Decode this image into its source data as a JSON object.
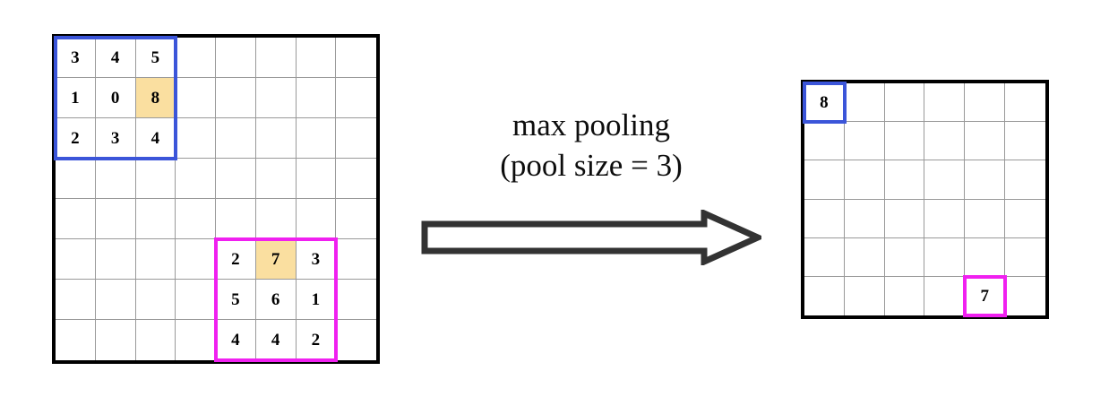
{
  "diagram": {
    "title_line1": "max pooling",
    "title_line2": "(pool size = 3)",
    "arrow_label": "arrow-right",
    "colors": {
      "highlight_fill": "#FADFA0",
      "selection_blue": "#3B55D9",
      "selection_magenta": "#F020F0",
      "grid_border": "#000000",
      "grid_line": "#999999",
      "arrow_stroke": "#333333"
    }
  },
  "input_grid": {
    "name": "input-feature-map",
    "rows": 8,
    "cols": 8,
    "cells": [
      [
        "3",
        "4",
        "5",
        "",
        "",
        "",
        "",
        ""
      ],
      [
        "1",
        "0",
        "8",
        "",
        "",
        "",
        "",
        ""
      ],
      [
        "2",
        "3",
        "4",
        "",
        "",
        "",
        "",
        ""
      ],
      [
        "",
        "",
        "",
        "",
        "",
        "",
        "",
        ""
      ],
      [
        "",
        "",
        "",
        "",
        "",
        "",
        "",
        ""
      ],
      [
        "",
        "",
        "",
        "",
        "2",
        "7",
        "3",
        ""
      ],
      [
        "",
        "",
        "",
        "",
        "5",
        "6",
        "1",
        ""
      ],
      [
        "",
        "",
        "",
        "",
        "4",
        "4",
        "2",
        ""
      ]
    ],
    "highlighted": [
      [
        1,
        2
      ],
      [
        5,
        5
      ]
    ],
    "windows": [
      {
        "name": "pool-window-blue",
        "color": "blue",
        "row": 0,
        "col": 0,
        "size": 3
      },
      {
        "name": "pool-window-magenta",
        "color": "magenta",
        "row": 5,
        "col": 4,
        "size": 3
      }
    ]
  },
  "output_grid": {
    "name": "output-feature-map",
    "rows": 6,
    "cols": 6,
    "cells": [
      [
        "8",
        "",
        "",
        "",
        "",
        ""
      ],
      [
        "",
        "",
        "",
        "",
        "",
        ""
      ],
      [
        "",
        "",
        "",
        "",
        "",
        ""
      ],
      [
        "",
        "",
        "",
        "",
        "",
        ""
      ],
      [
        "",
        "",
        "",
        "",
        "",
        ""
      ],
      [
        "",
        "",
        "",
        "",
        "7",
        ""
      ]
    ],
    "windows": [
      {
        "name": "result-cell-blue",
        "color": "blue",
        "row": 0,
        "col": 0,
        "size": 1
      },
      {
        "name": "result-cell-magenta",
        "color": "magenta",
        "row": 5,
        "col": 4,
        "size": 1
      }
    ]
  },
  "chart_data": {
    "type": "table",
    "title": "max pooling (pool size = 3)",
    "input": {
      "shape": [
        8,
        8
      ],
      "values": [
        [
          "3",
          "4",
          "5",
          "",
          "",
          "",
          "",
          ""
        ],
        [
          "1",
          "0",
          "8",
          "",
          "",
          "",
          "",
          ""
        ],
        [
          "2",
          "3",
          "4",
          "",
          "",
          "",
          "",
          ""
        ],
        [
          "",
          "",
          "",
          "",
          "",
          "",
          "",
          ""
        ],
        [
          "",
          "",
          "",
          "",
          "",
          "",
          "",
          ""
        ],
        [
          "",
          "",
          "",
          "",
          "2",
          "7",
          "3",
          ""
        ],
        [
          "",
          "",
          "",
          "",
          "5",
          "6",
          "1",
          ""
        ],
        [
          "",
          "",
          "",
          "",
          "4",
          "4",
          "2",
          ""
        ]
      ]
    },
    "output": {
      "shape": [
        6,
        6
      ],
      "values": [
        [
          "8",
          "",
          "",
          "",
          "",
          ""
        ],
        [
          "",
          "",
          "",
          "",
          "",
          ""
        ],
        [
          "",
          "",
          "",
          "",
          "",
          ""
        ],
        [
          "",
          "",
          "",
          "",
          "",
          ""
        ],
        [
          "",
          "",
          "",
          "",
          "",
          ""
        ],
        [
          "",
          "",
          "",
          "",
          "7",
          ""
        ]
      ]
    },
    "annotations": [
      {
        "window": "top-left 3x3 of input",
        "max": 8,
        "maps_to": "output [0,0]"
      },
      {
        "window": "bottom 3x3 at rows 5-7, cols 4-6 of input",
        "max": 7,
        "maps_to": "output [5,4]"
      }
    ]
  }
}
